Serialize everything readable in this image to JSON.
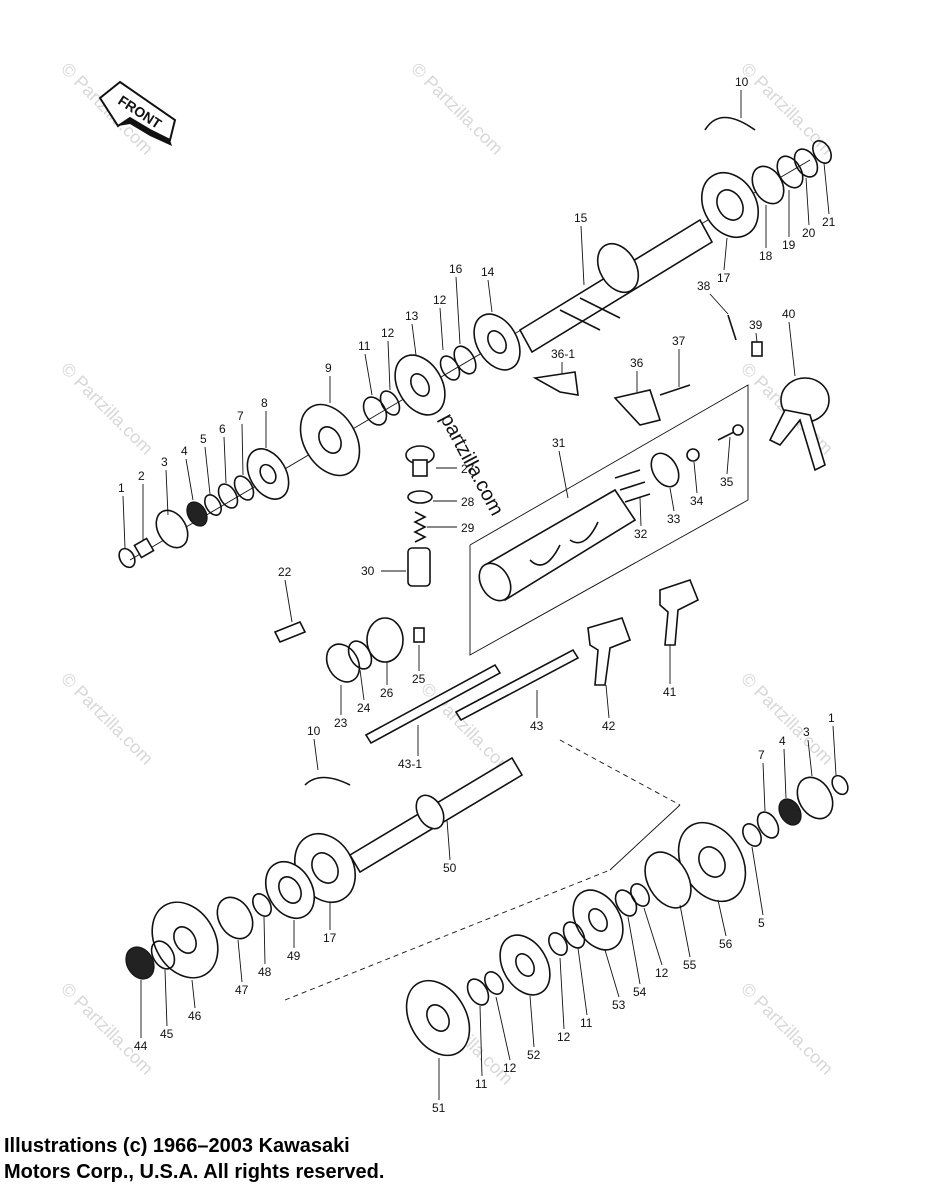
{
  "direction_badge": "FRONT",
  "watermark_text": "© Partzilla.com",
  "center_watermark": "partzilla.com",
  "copyright": {
    "line1": "Illustrations (c) 1966–2003 Kawasaki",
    "line2": "Motors Corp., U.S.A.  All rights reserved."
  },
  "callouts": [
    "1",
    "2",
    "3",
    "4",
    "5",
    "6",
    "7",
    "8",
    "9",
    "10",
    "11",
    "12",
    "12",
    "13",
    "14",
    "15",
    "16",
    "17",
    "18",
    "19",
    "20",
    "21",
    "22",
    "23",
    "24",
    "25",
    "26",
    "27",
    "28",
    "29",
    "30",
    "31",
    "32",
    "33",
    "34",
    "35",
    "36",
    "36-1",
    "37",
    "38",
    "39",
    "40",
    "10",
    "41",
    "42",
    "43",
    "43-1",
    "1",
    "3",
    "4",
    "7",
    "5",
    "56",
    "55",
    "12",
    "54",
    "53",
    "11",
    "12",
    "52",
    "12",
    "11",
    "51",
    "50",
    "17",
    "49",
    "48",
    "47",
    "46",
    "45",
    "44"
  ]
}
